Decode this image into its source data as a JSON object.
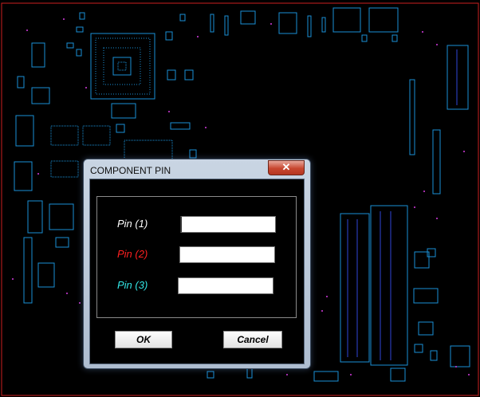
{
  "dialog": {
    "title": "COMPONENT PIN",
    "close_glyph": "✕",
    "fields": [
      {
        "label": "Pin (1)",
        "color": "#ffffff",
        "value": ""
      },
      {
        "label": "Pin (2)",
        "color": "#ff2020",
        "value": ""
      },
      {
        "label": "Pin (3)",
        "color": "#33e6e6",
        "value": ""
      }
    ],
    "ok_label": "OK",
    "cancel_label": "Cancel"
  },
  "colors": {
    "board_trace": "#1a8fd6",
    "board_outline": "#cc1f1f",
    "pad_magenta": "#d63be0",
    "background": "#000000"
  }
}
